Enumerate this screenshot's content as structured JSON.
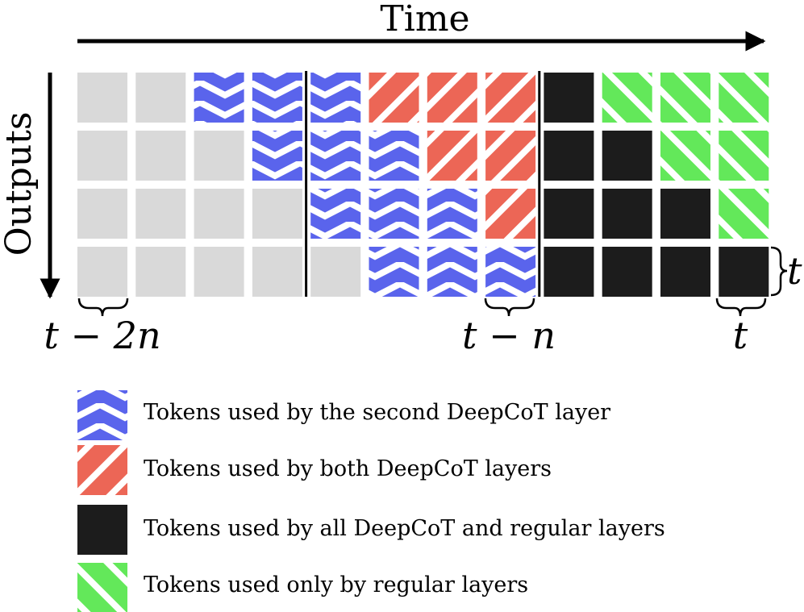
{
  "axes": {
    "time_label": "Time",
    "outputs_label": "Outputs"
  },
  "colors": {
    "gray": "#d9d9d9",
    "blue": "#5a64ec",
    "red": "#ec6656",
    "black": "#1c1c1c",
    "green": "#63e85a",
    "stripe": "#ffffff",
    "ink": "#000000"
  },
  "grid": {
    "rows": [
      [
        "gray",
        "gray",
        "blue",
        "blue",
        "blue",
        "red",
        "red",
        "red",
        "black",
        "green",
        "green",
        "green"
      ],
      [
        "gray",
        "gray",
        "gray",
        "blue",
        "blue",
        "blue",
        "red",
        "red",
        "black",
        "black",
        "green",
        "green"
      ],
      [
        "gray",
        "gray",
        "gray",
        "gray",
        "blue",
        "blue",
        "blue",
        "red",
        "black",
        "black",
        "black",
        "green"
      ],
      [
        "gray",
        "gray",
        "gray",
        "gray",
        "gray",
        "blue",
        "blue",
        "blue",
        "black",
        "black",
        "black",
        "black"
      ]
    ],
    "separators_after_column": [
      4,
      8
    ]
  },
  "annotations": {
    "t_minus_2n": "t − 2n",
    "t_minus_n": "t − n",
    "t_bottom": "t",
    "t_right": "t"
  },
  "legend": [
    {
      "type": "blue",
      "label": "Tokens used by the second DeepCoT layer"
    },
    {
      "type": "red",
      "label": "Tokens used by both DeepCoT layers"
    },
    {
      "type": "black",
      "label": "Tokens used by all DeepCoT and regular layers"
    },
    {
      "type": "green",
      "label": "Tokens used only by regular layers"
    }
  ]
}
